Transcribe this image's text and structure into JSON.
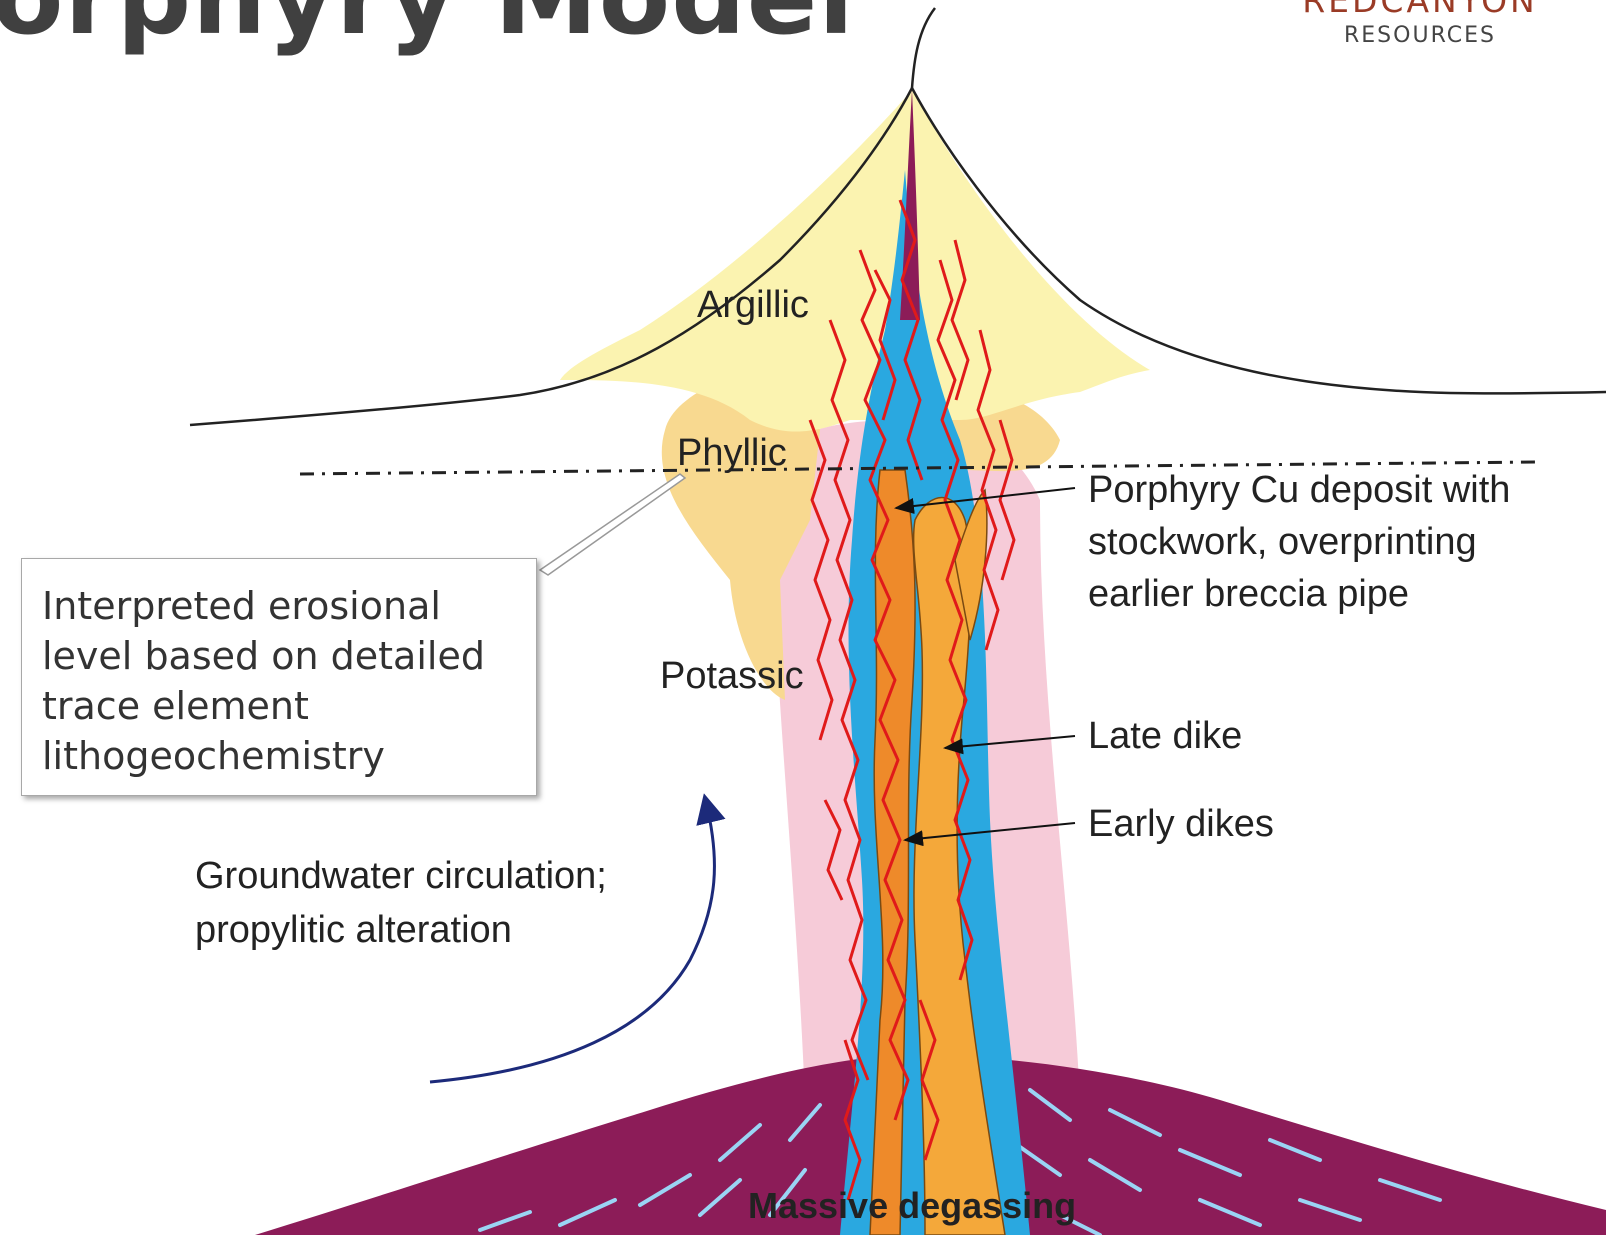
{
  "slide": {
    "title": "orphyry Model"
  },
  "logo": {
    "brand": "REDCANYON",
    "sub": "RESOURCES"
  },
  "labels": {
    "argillic": "Argillic",
    "phyllic": "Phyllic",
    "potassic": "Potassic",
    "porphyry_line1": "Porphyry Cu deposit with",
    "porphyry_line2": "stockwork, overprinting",
    "porphyry_line3": "earlier breccia pipe",
    "late_dike": "Late dike",
    "early_dikes": "Early dikes",
    "groundwater_line1": "Groundwater circulation;",
    "groundwater_line2": "propylitic alteration",
    "degassing": "Massive degassing"
  },
  "callout": {
    "text": "Interpreted erosional level based on detailed trace element lithogeochemistry"
  },
  "colors": {
    "argillic": "#fbf3b0",
    "phyllic": "#f8d990",
    "potassic": "#f6cbd8",
    "magma": "#8c1c58",
    "vein": "#e01a1a",
    "dike": "#f4a83a",
    "early_dike": "#ee8a2a",
    "breccia": "#2aa8e0",
    "arrow": "#1c2a7a"
  }
}
